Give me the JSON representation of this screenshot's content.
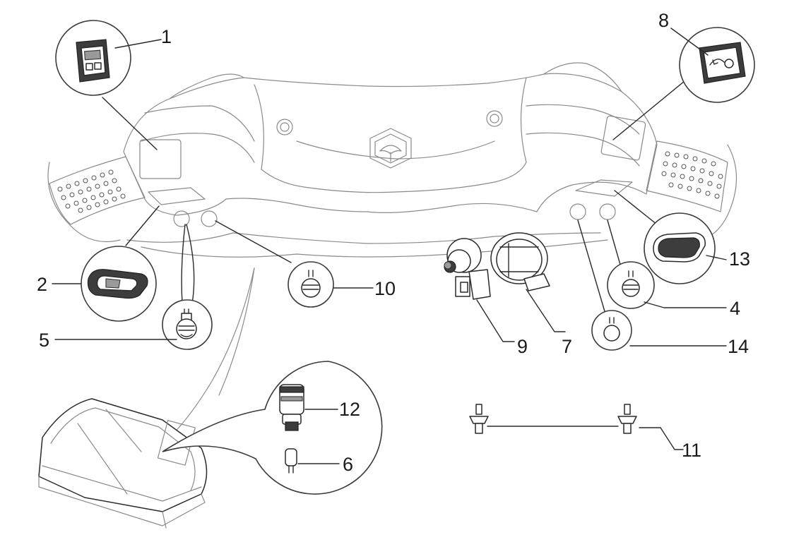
{
  "callouts": {
    "c1": "1",
    "c2": "2",
    "c4": "4",
    "c5": "5",
    "c6": "6",
    "c7": "7",
    "c8": "8",
    "c9": "9",
    "c10": "10",
    "c11": "11",
    "c12": "12",
    "c13": "13",
    "c14": "14"
  }
}
